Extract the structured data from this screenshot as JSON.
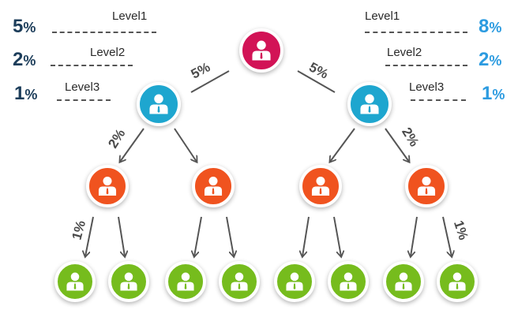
{
  "left_panel": {
    "rows": [
      {
        "value": "5",
        "symbol": "%",
        "label": "Level1"
      },
      {
        "value": "2",
        "symbol": "%",
        "label": "Level2"
      },
      {
        "value": "1",
        "symbol": "%",
        "label": "Level3"
      }
    ],
    "color": "#1c3d5a"
  },
  "right_panel": {
    "rows": [
      {
        "value": "8",
        "symbol": "%",
        "label": "Level1"
      },
      {
        "value": "2",
        "symbol": "%",
        "label": "Level2"
      },
      {
        "value": "1",
        "symbol": "%",
        "label": "Level3"
      }
    ],
    "color": "#2c9be0"
  },
  "edge_labels": {
    "root_left": "5%",
    "root_right": "5%",
    "level2_left": "2%",
    "level2_right": "2%",
    "level3_left": "1%",
    "level3_right": "1%"
  },
  "colors": {
    "root": "#d21356",
    "level1": "#1ea6cf",
    "level2": "#f0531f",
    "level3": "#76bc1d"
  }
}
